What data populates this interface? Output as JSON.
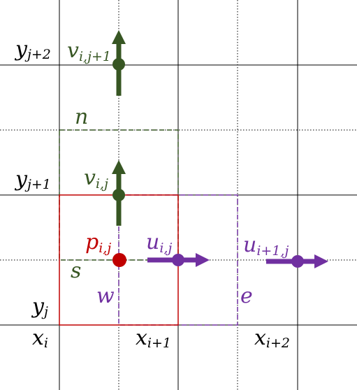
{
  "colors": {
    "grid": "#000000",
    "v_velocity": "#375623",
    "u_velocity": "#7030a0",
    "pressure": "#c00000",
    "background": "#ffffff"
  },
  "labels": {
    "x_i": {
      "base": "x",
      "sub": "i"
    },
    "x_i1": {
      "base": "x",
      "sub": "i+1"
    },
    "x_i2": {
      "base": "x",
      "sub": "i+2"
    },
    "y_j": {
      "base": "y",
      "sub": "j"
    },
    "y_j1": {
      "base": "y",
      "sub": "j+1"
    },
    "y_j2": {
      "base": "y",
      "sub": "j+2"
    },
    "v_ij": {
      "base": "v",
      "sub": "i,j"
    },
    "v_ij1": {
      "base": "v",
      "sub": "i,j+1"
    },
    "u_ij": {
      "base": "u",
      "sub": "i,j"
    },
    "u_i1j": {
      "base": "u",
      "sub": "i+1,j"
    },
    "p_ij": {
      "base": "p",
      "sub": "i,j"
    },
    "n": "n",
    "s": "s",
    "w": "w",
    "e": "e"
  }
}
